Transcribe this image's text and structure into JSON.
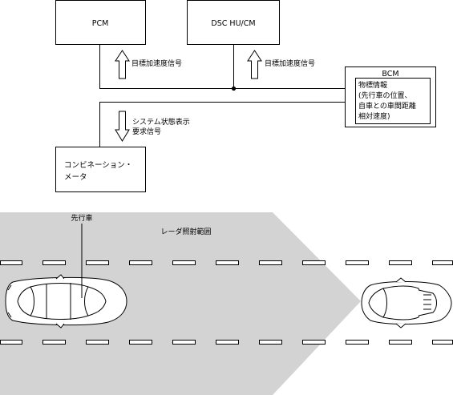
{
  "blocks": {
    "pcm": "PCM",
    "dsc": "DSC HU/CM",
    "bcm": "BCM",
    "meter_line1": "コンビネーション・",
    "meter_line2": "メータ"
  },
  "bcm_info": {
    "line1": "物標情報",
    "line2": "(先行車の位置、",
    "line3": "自車との車間距離",
    "line4": "相対速度)"
  },
  "signals": {
    "pcm_signal": "目標加速度信号",
    "dsc_signal": "目標加速度信号",
    "meter_signal_line1": "システム状態表示",
    "meter_signal_line2": "要求信号"
  },
  "scene": {
    "lead_vehicle": "先行車",
    "radar_range": "レーダ照射範囲"
  },
  "colors": {
    "radar_fill": "#d3d3d3",
    "line": "#000000",
    "car_body": "#ffffff"
  }
}
